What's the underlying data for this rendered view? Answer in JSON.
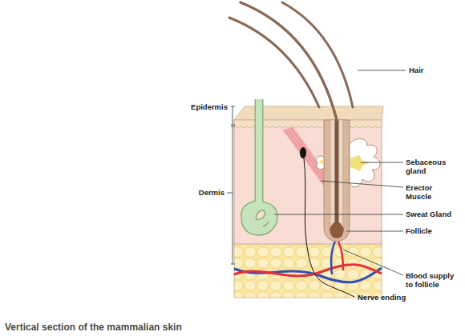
{
  "diagram": {
    "caption": "Vertical section of the mammalian skin",
    "labels": [
      "Hair",
      "Epidermis",
      "Sebaceous gland",
      "Erector Muscle",
      "Dermis",
      "Sweat Gland",
      "Follicle",
      "Blood supply to follicle",
      "Nerve ending"
    ]
  }
}
